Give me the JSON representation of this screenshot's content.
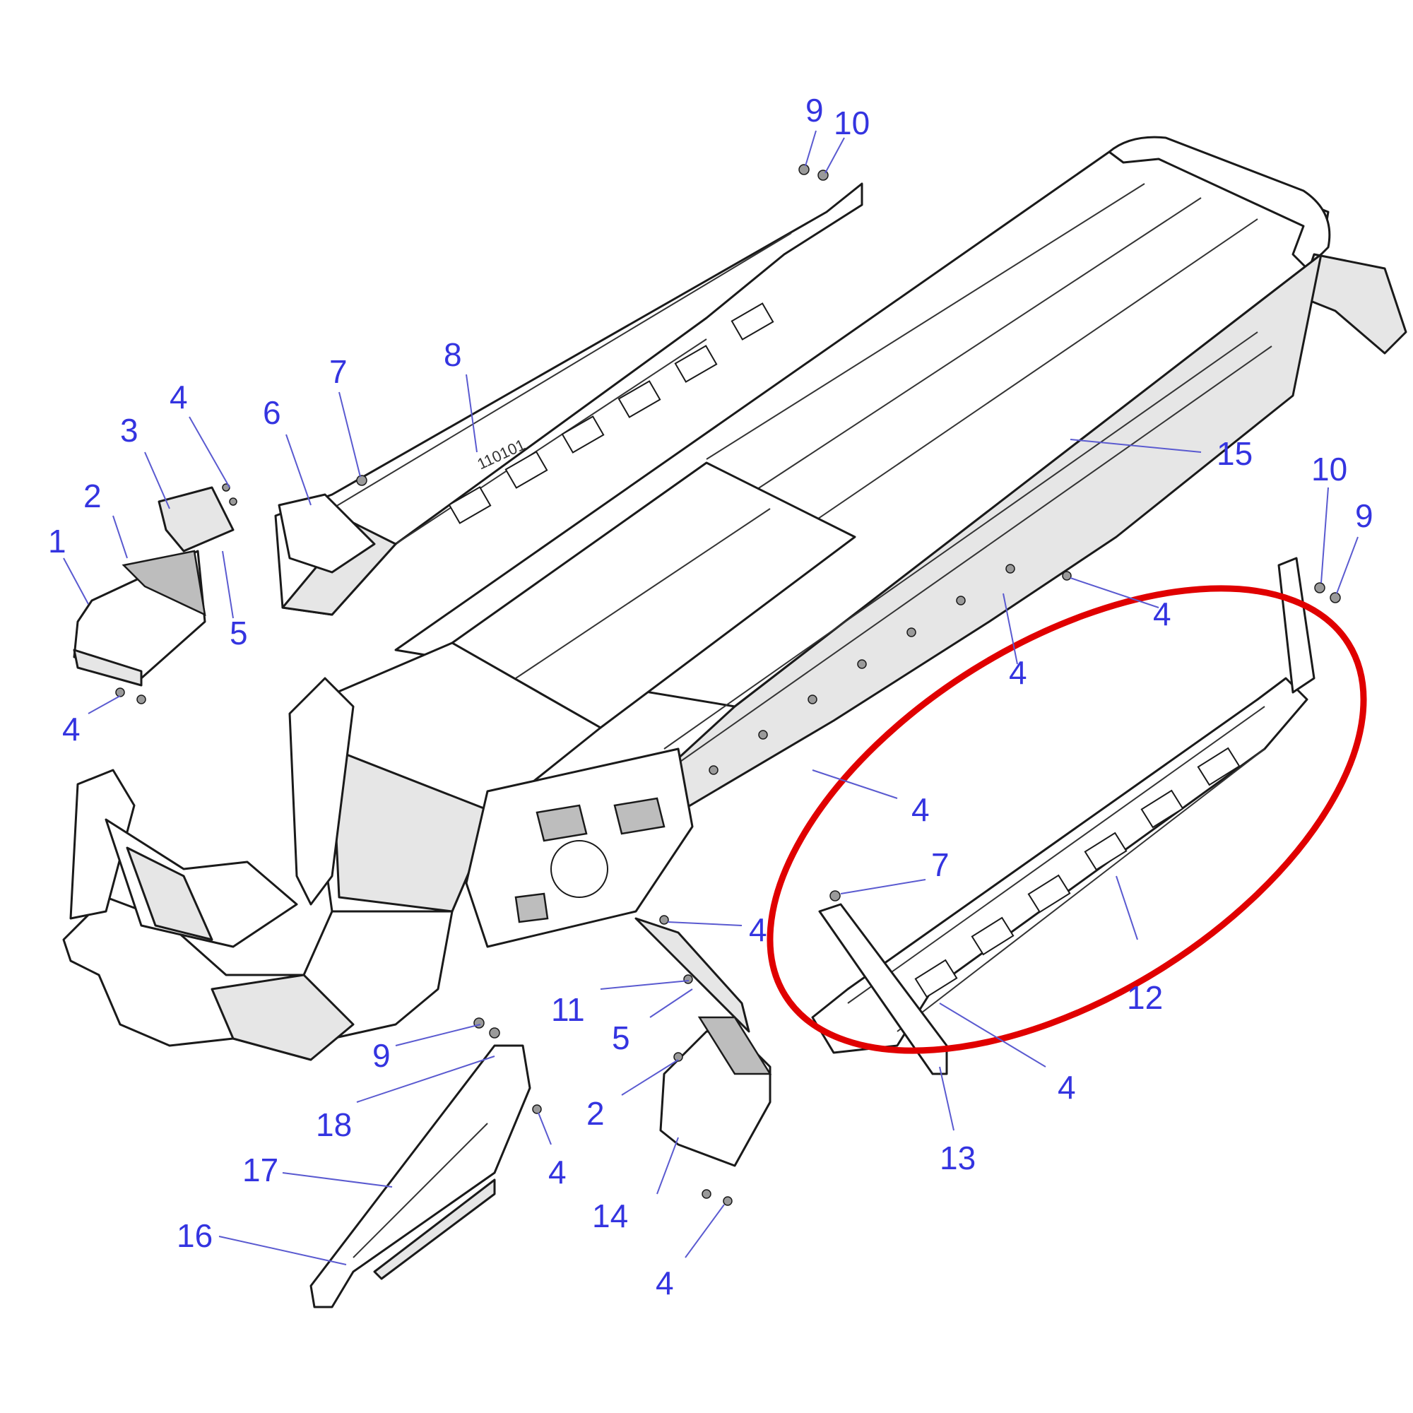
{
  "colors": {
    "callout_text": "#3434e0",
    "highlight_ring": "#e00000",
    "line_art": "#1a1a1a"
  },
  "diagram_text": {
    "frame_stamp": "110101",
    "callouts": [
      {
        "id": "c1",
        "label": "1"
      },
      {
        "id": "c2a",
        "label": "2"
      },
      {
        "id": "c3",
        "label": "3"
      },
      {
        "id": "c4a",
        "label": "4"
      },
      {
        "id": "c5a",
        "label": "5"
      },
      {
        "id": "c4b",
        "label": "4"
      },
      {
        "id": "c6",
        "label": "6"
      },
      {
        "id": "c7a",
        "label": "7"
      },
      {
        "id": "c8",
        "label": "8"
      },
      {
        "id": "c9a",
        "label": "9"
      },
      {
        "id": "c10a",
        "label": "10"
      },
      {
        "id": "c15",
        "label": "15"
      },
      {
        "id": "c10b",
        "label": "10"
      },
      {
        "id": "c9b",
        "label": "9"
      },
      {
        "id": "c4c",
        "label": "4"
      },
      {
        "id": "c4d",
        "label": "4"
      },
      {
        "id": "c4e",
        "label": "4"
      },
      {
        "id": "c7b",
        "label": "7"
      },
      {
        "id": "c4f",
        "label": "4"
      },
      {
        "id": "c11",
        "label": "11"
      },
      {
        "id": "c5b",
        "label": "5"
      },
      {
        "id": "c9c",
        "label": "9"
      },
      {
        "id": "c12",
        "label": "12"
      },
      {
        "id": "c4g",
        "label": "4"
      },
      {
        "id": "c13",
        "label": "13"
      },
      {
        "id": "c18",
        "label": "18"
      },
      {
        "id": "c2b",
        "label": "2"
      },
      {
        "id": "c4h",
        "label": "4"
      },
      {
        "id": "c17",
        "label": "17"
      },
      {
        "id": "c14",
        "label": "14"
      },
      {
        "id": "c16",
        "label": "16"
      },
      {
        "id": "c4i",
        "label": "4"
      }
    ]
  }
}
